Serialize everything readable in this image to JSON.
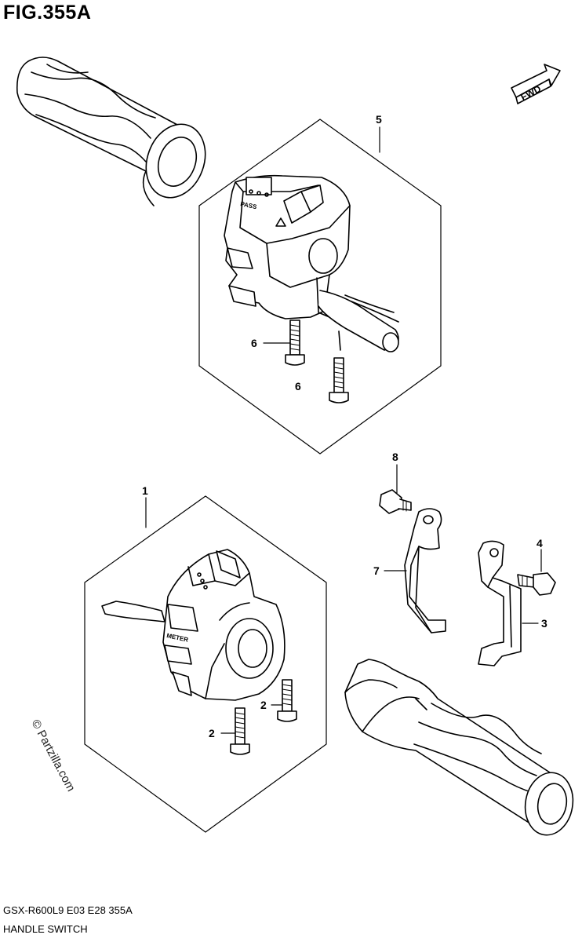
{
  "figure": {
    "title": "FIG.355A",
    "fwd_label": "FWD",
    "model_code": "GSX-R600L9  E03  E28  355A",
    "section_name": "HANDLE SWITCH",
    "watermark": "© Partzilla.com"
  },
  "switch_labels": {
    "pass": "PASS",
    "meter": "METER"
  },
  "callouts": [
    {
      "id": "callout-1",
      "text": "1"
    },
    {
      "id": "callout-2a",
      "text": "2"
    },
    {
      "id": "callout-2b",
      "text": "2"
    },
    {
      "id": "callout-3",
      "text": "3"
    },
    {
      "id": "callout-4",
      "text": "4"
    },
    {
      "id": "callout-5",
      "text": "5"
    },
    {
      "id": "callout-6a",
      "text": "6"
    },
    {
      "id": "callout-6b",
      "text": "6"
    },
    {
      "id": "callout-7",
      "text": "7"
    },
    {
      "id": "callout-8",
      "text": "8"
    }
  ]
}
